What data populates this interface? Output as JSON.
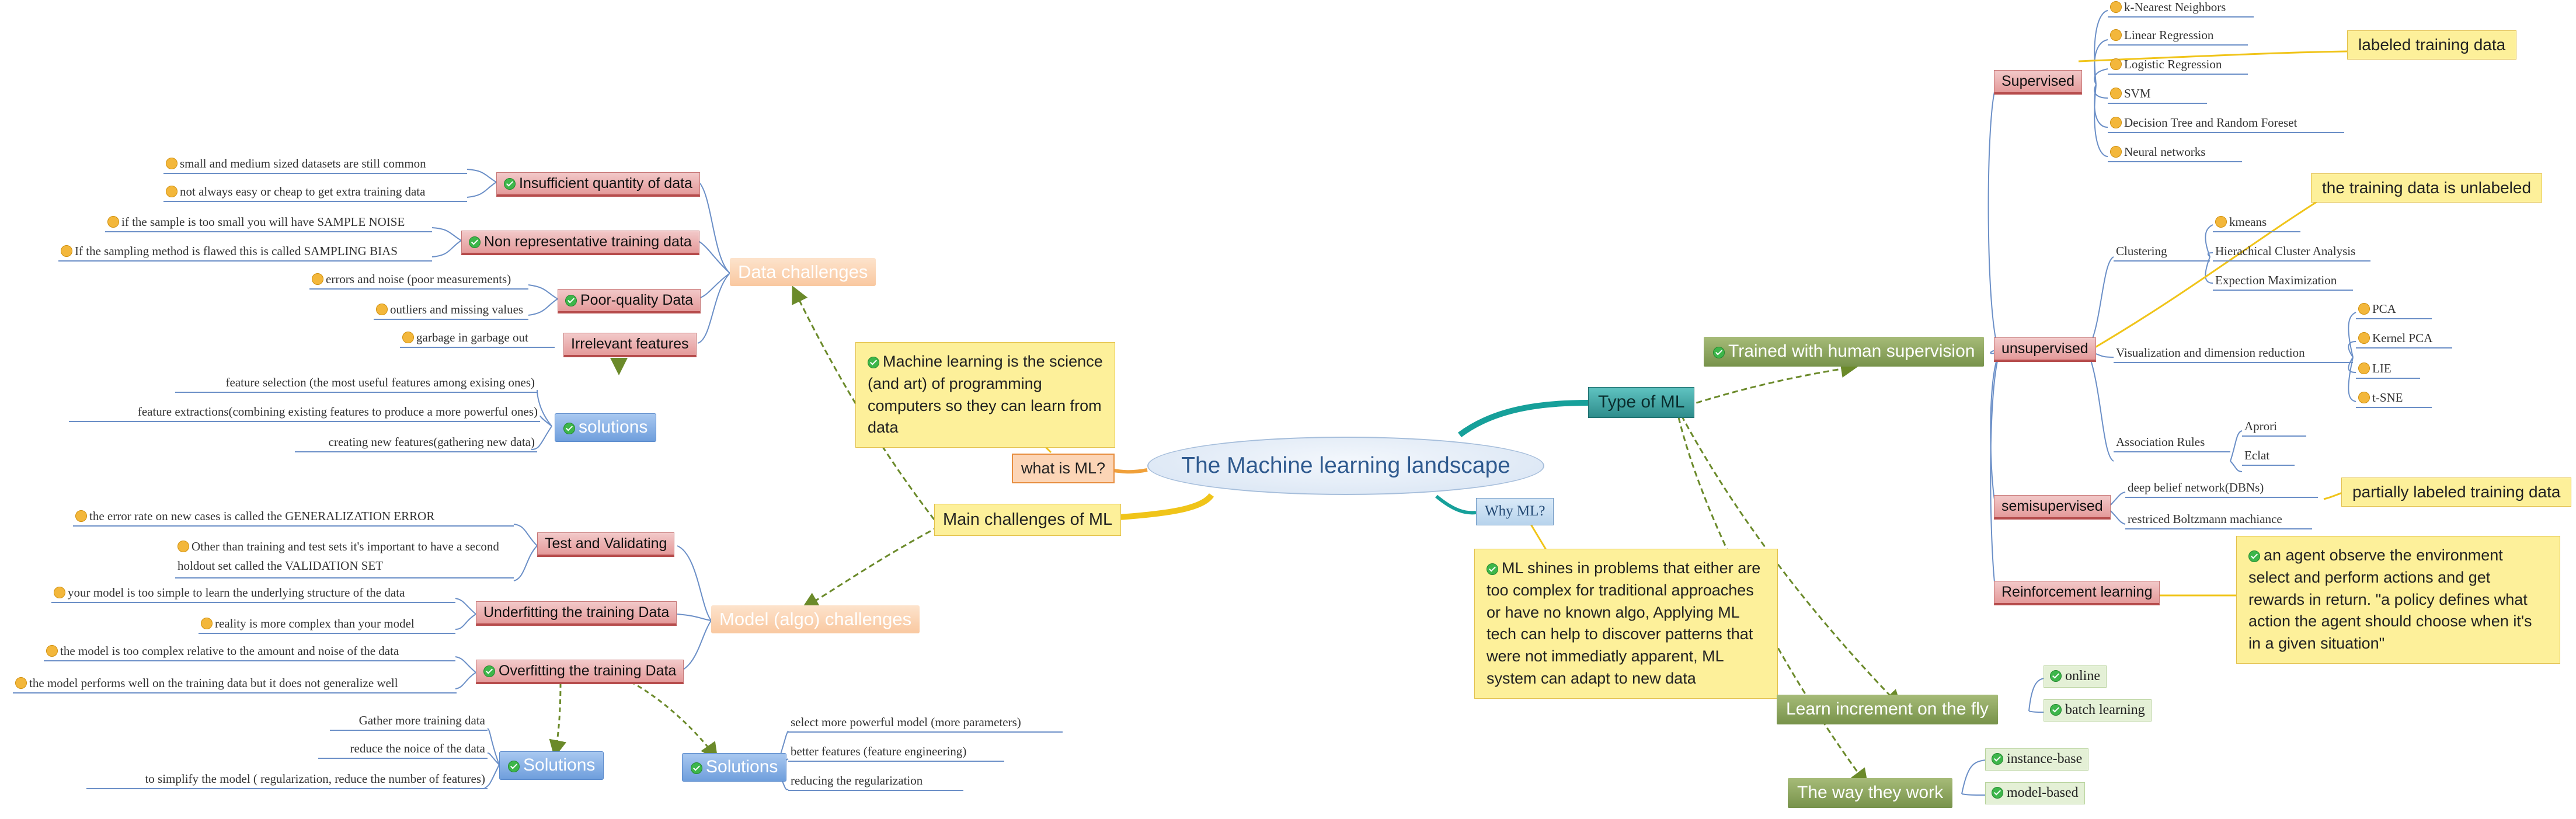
{
  "central": {
    "title": "The Machine learning landscape"
  },
  "what_is_ml": {
    "label": "what is ML?",
    "note": "Machine learning is the science (and art) of programming computers so they can learn from data"
  },
  "why_ml": {
    "label": "Why ML?",
    "note": "ML shines in problems that either are too complex for traditional approaches or have no known algo, Applying ML tech can help to discover patterns that were not immediatly apparent, ML system can adapt to new data"
  },
  "main_challenges": {
    "label": "Main challenges of ML",
    "data": {
      "label": "Data challenges",
      "topics": [
        {
          "label": "Insufficient quantity of data",
          "items": [
            "small and medium sized datasets are still common",
            "not always easy or cheap to get extra training data"
          ]
        },
        {
          "label": "Non representative training data",
          "items": [
            "if the sample is too small you will have SAMPLE NOISE",
            "If the sampling method is flawed this  is called SAMPLING BIAS"
          ]
        },
        {
          "label": "Poor-quality Data",
          "items": [
            "errors and noise (poor measurements)",
            "outliers and missing values"
          ]
        },
        {
          "label": "Irrelevant features",
          "items": [
            "garbage in garbage out"
          ]
        }
      ],
      "solutions": {
        "label": "solutions",
        "items": [
          "feature selection (the most useful features among exising ones)",
          "feature extractions(combining existing features to produce a more powerful ones)",
          "creating new features(gathering new data)"
        ]
      }
    },
    "model": {
      "label": "Model (algo) challenges",
      "topics": [
        {
          "label": "Test and Validating",
          "items": [
            "the error rate on new cases is called the GENERALIZATION ERROR",
            "Other than training and test sets it's important to have a second holdout set called the VALIDATION SET"
          ]
        },
        {
          "label": "Underfitting the training Data",
          "items": [
            "your model is too simple to learn the underlying structure of the data",
            "reality is more complex than your model"
          ]
        },
        {
          "label": "Overfitting the training Data",
          "items": [
            "the model is too complex relative to the amount and noise of the data",
            "the model performs well on the training data but it does not generalize well"
          ]
        }
      ],
      "solutions_over": {
        "label": "Solutions",
        "items": [
          "Gather more training data",
          "reduce the noice of the data",
          "to simplify the model ( regularization, reduce the number of features)"
        ]
      },
      "solutions_under": {
        "label": "Solutions",
        "items": [
          "select more powerful model (more parameters)",
          "better features (feature engineering)",
          "reducing the regularization"
        ]
      }
    }
  },
  "type_of_ml": {
    "label": "Type of ML",
    "human": {
      "label": "Trained with human supervision",
      "supervised": {
        "label": "Supervised",
        "note": "labeled training data",
        "items": [
          "k-Nearest Neighbors",
          "Linear Regression",
          "Logistic Regression",
          "SVM",
          "Decision Tree and Random Foreset",
          "Neural networks"
        ]
      },
      "unsupervised": {
        "label": "unsupervised",
        "note": "the training data is unlabeled",
        "clustering": {
          "label": "Clustering",
          "items": [
            "kmeans",
            "Hierachical Cluster Analysis",
            "Expection Maximization"
          ]
        },
        "visualization": {
          "label": "Visualization and dimension reduction",
          "items": [
            "PCA",
            "Kernel PCA",
            "LIE",
            "t-SNE"
          ]
        },
        "association": {
          "label": "Association Rules",
          "items": [
            "Aprori",
            "Eclat"
          ]
        }
      },
      "semisupervised": {
        "label": "semisupervised",
        "note": "partially labeled training data",
        "items": [
          "deep belief network(DBNs)",
          "restriced Boltzmann machiance"
        ]
      },
      "reinforcement": {
        "label": "Reinforcement learning",
        "note": "an agent observe the environment select and perform actions and get rewards in return. \"a policy defines what action the agent should choose when it's in a given situation\""
      }
    },
    "increment": {
      "label": "Learn increment on the fly",
      "items": [
        "online",
        "batch learning"
      ]
    },
    "way": {
      "label": "The way they work",
      "items": [
        "instance-base",
        "model-based"
      ]
    }
  },
  "colors": {
    "connector": "#6b8fc7",
    "dashed": "#6b8a2a",
    "teal": "#16a09a",
    "yellow_line": "#f0c419"
  }
}
